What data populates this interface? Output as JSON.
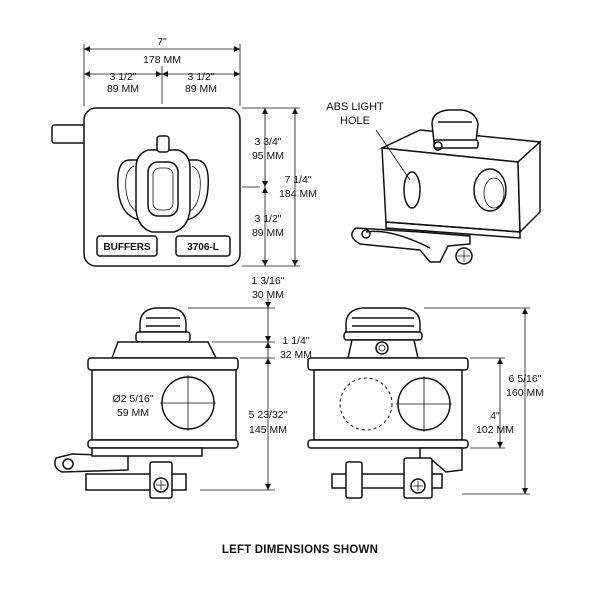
{
  "dimensions": {
    "overall_width": [
      "7\"",
      "178 MM"
    ],
    "half_width_left": [
      "3 1/2\"",
      "89 MM"
    ],
    "half_width_right": [
      "3 1/2\"",
      "89 MM"
    ],
    "upper_height": [
      "3 3/4\"",
      "95 MM"
    ],
    "total_height": [
      "7 1/4\"",
      "184 MM"
    ],
    "lower_height": [
      "3 1/2\"",
      "89 MM"
    ],
    "knob_height": [
      "1 3/16\"",
      "30 MM"
    ],
    "neck_height": [
      "1 1/4\"",
      "32 MM"
    ],
    "hole_diameter": [
      "Ø2 5/16\"",
      "59 MM"
    ],
    "front_body_height": [
      "5 23/32\"",
      "145 MM"
    ],
    "side_total_height": [
      "6 5/16\"",
      "160 MM"
    ],
    "side_body_height": [
      "4\"",
      "102 MM"
    ]
  },
  "labels": {
    "abs_light_hole": [
      "ABS LIGHT",
      "HOLE"
    ],
    "plate_left": "BUFFERS",
    "plate_right": "3706-L"
  },
  "footer": "LEFT DIMENSIONS SHOWN"
}
